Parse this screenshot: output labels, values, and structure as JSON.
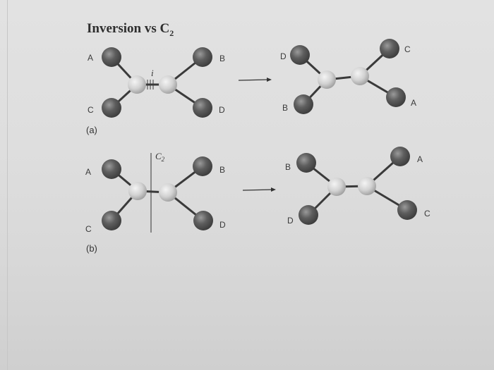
{
  "title": {
    "main": "Inversion vs C",
    "subscript": "2"
  },
  "colors": {
    "dark_atom": "#5a5a5a",
    "light_atom": "#d6d6d6",
    "bond": "#3a3a3a",
    "arrow": "#333333"
  },
  "panels": [
    {
      "label": "(a)",
      "operation_symbol": "i",
      "left_molecule": {
        "top_left": "A",
        "top_right": "B",
        "bottom_left": "C",
        "bottom_right": "D"
      },
      "right_molecule": {
        "top_left": "D",
        "top_right": "C",
        "bottom_left": "B",
        "bottom_right": "A"
      }
    },
    {
      "label": "(b)",
      "operation_symbol": "C",
      "operation_symbol_sub": "2",
      "left_molecule": {
        "top_left": "A",
        "top_right": "B",
        "bottom_left": "C",
        "bottom_right": "D"
      },
      "right_molecule": {
        "top_left": "B",
        "top_right": "A",
        "bottom_left": "D",
        "bottom_right": "C"
      }
    }
  ]
}
